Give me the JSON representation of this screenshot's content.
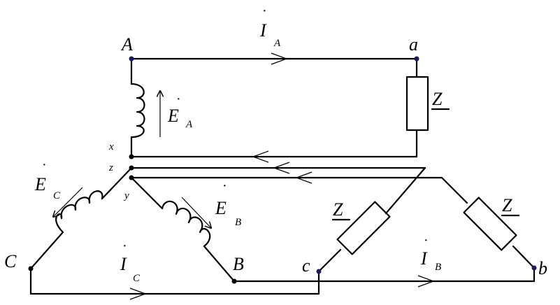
{
  "nodes": {
    "A": "A",
    "a": "a",
    "x": "x",
    "z": "z",
    "y": "y",
    "C": "C",
    "B": "B",
    "c": "c",
    "b": "b"
  },
  "currents": {
    "IA": {
      "main": "I",
      "sub": "A"
    },
    "IC": {
      "main": "I",
      "sub": "C"
    },
    "IB": {
      "main": "I",
      "sub": "B"
    }
  },
  "emfs": {
    "EA": {
      "main": "E",
      "sub": "A"
    },
    "EC": {
      "main": "E",
      "sub": "C"
    },
    "EB": {
      "main": "E",
      "sub": "B"
    }
  },
  "impedances": {
    "Za": "Z",
    "Zc": "Z",
    "Zb": "Z"
  },
  "colors": {
    "wire": "#000000",
    "node": "#1a1a66"
  }
}
